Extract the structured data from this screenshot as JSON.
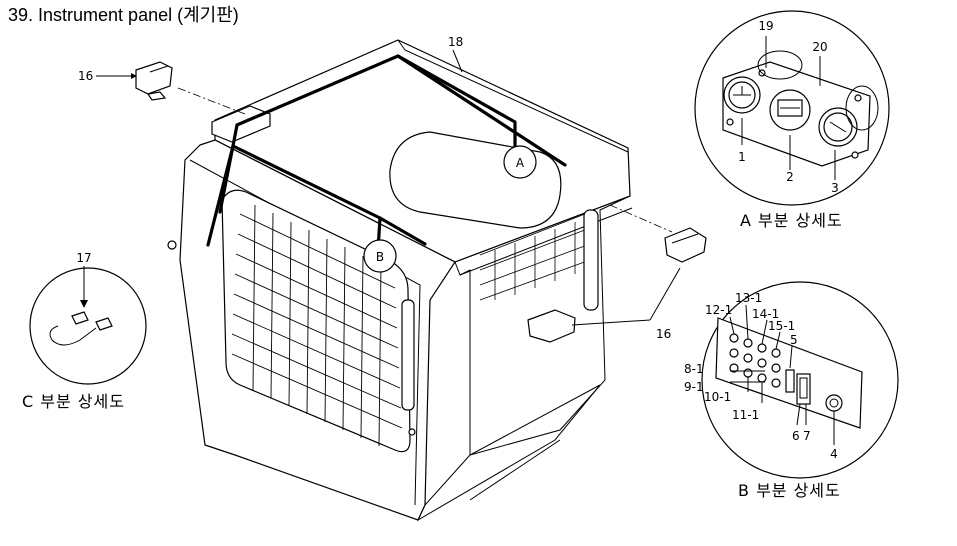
{
  "title": "39. Instrument panel (계기판)",
  "callouts": {
    "n1": "1",
    "n2": "2",
    "n3": "3",
    "n4": "4",
    "n5": "5",
    "n6": "6",
    "n7": "7",
    "n8_1": "8-1",
    "n9_1": "9-1",
    "n10_1": "10-1",
    "n11_1": "11-1",
    "n12_1": "12-1",
    "n13_1": "13-1",
    "n14_1": "14-1",
    "n15_1": "15-1",
    "n16_top": "16",
    "n16_right": "16",
    "n17": "17",
    "n18": "18",
    "n19": "19",
    "n20": "20"
  },
  "markers": {
    "a": "A",
    "b": "B"
  },
  "captions": {
    "a": "A 부분 상세도",
    "b": "B 부분 상세도",
    "c": "C 부분 상세도"
  }
}
